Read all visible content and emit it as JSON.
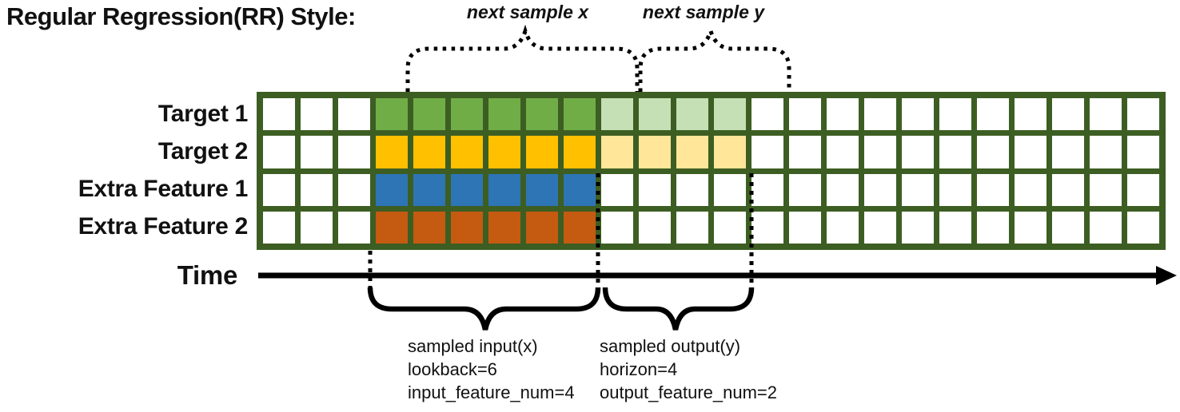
{
  "title": "Regular Regression(RR) Style:",
  "top_braces": {
    "next_sample_x_label": "next sample x",
    "next_sample_y_label": "next sample y"
  },
  "time_axis": {
    "label": "Time"
  },
  "grid": {
    "total_columns": 24,
    "empty_leading_columns": 3,
    "lookback": 6,
    "horizon": 4,
    "border_color": "#3d5e23",
    "empty_color": "#ffffff",
    "rows": [
      {
        "label": "Target 1",
        "input_color": "#70AD47",
        "output_color": "#C5E0B4"
      },
      {
        "label": "Target 2",
        "input_color": "#FFC000",
        "output_color": "#FFE699"
      },
      {
        "label": "Extra Feature 1",
        "input_color": "#2E75B6",
        "output_color": null
      },
      {
        "label": "Extra Feature 2",
        "input_color": "#C55A11",
        "output_color": null
      }
    ]
  },
  "bottom_annotations": {
    "input": {
      "lines": [
        "sampled input(x)",
        "lookback=6",
        "input_feature_num=4"
      ]
    },
    "output": {
      "lines": [
        "sampled output(y)",
        "horizon=4",
        "output_feature_num=2"
      ]
    }
  },
  "line_color": "#000000"
}
